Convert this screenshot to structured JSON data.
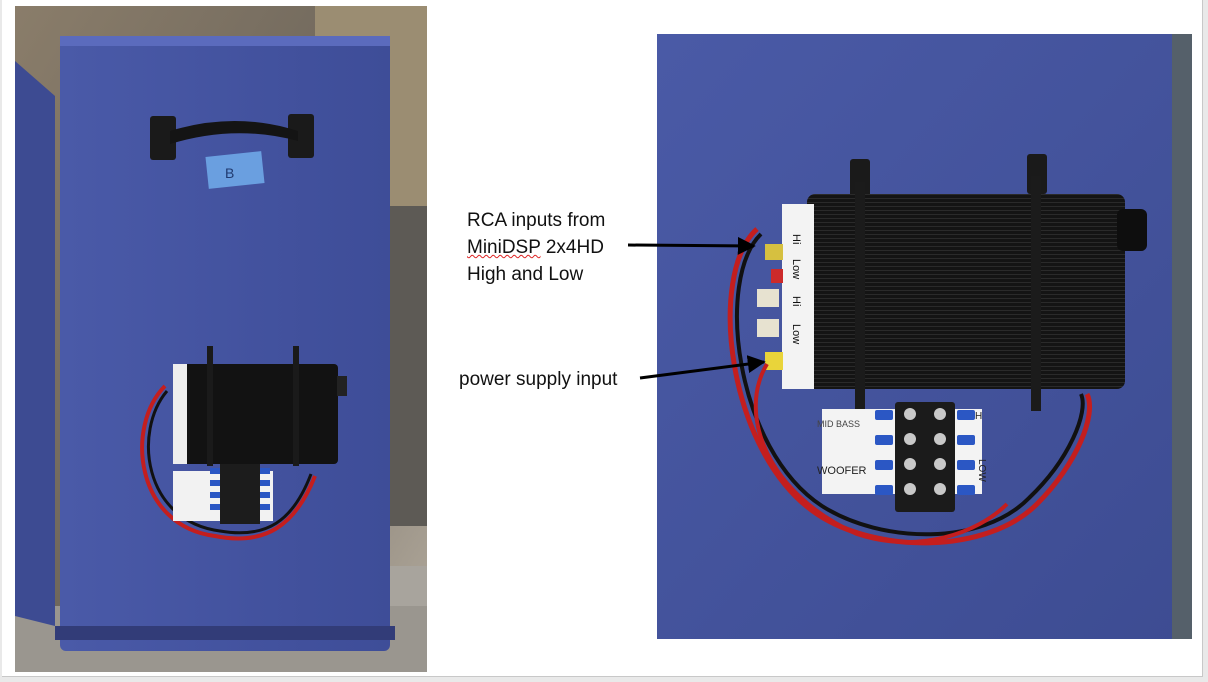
{
  "photos": {
    "left": {
      "tape_label": "B"
    },
    "right": {
      "amp_labels": [
        "Hi",
        "Low",
        "Hi",
        "Low"
      ],
      "terminal_labels": {
        "woofer": "WOOFER",
        "midbass": "MID BASS",
        "hi": "H",
        "low": "LOW"
      }
    }
  },
  "callouts": {
    "rca": {
      "line1": "RCA inputs from",
      "line2_word1": "MiniDSP",
      "line2_rest": " 2x4HD",
      "line3": "High and Low"
    },
    "power": {
      "text": "power supply input"
    }
  },
  "colors": {
    "panel_blue": "#3f4f96",
    "amp_black": "#121212",
    "wire_red": "#c41e1e",
    "arrow": "#000000"
  }
}
